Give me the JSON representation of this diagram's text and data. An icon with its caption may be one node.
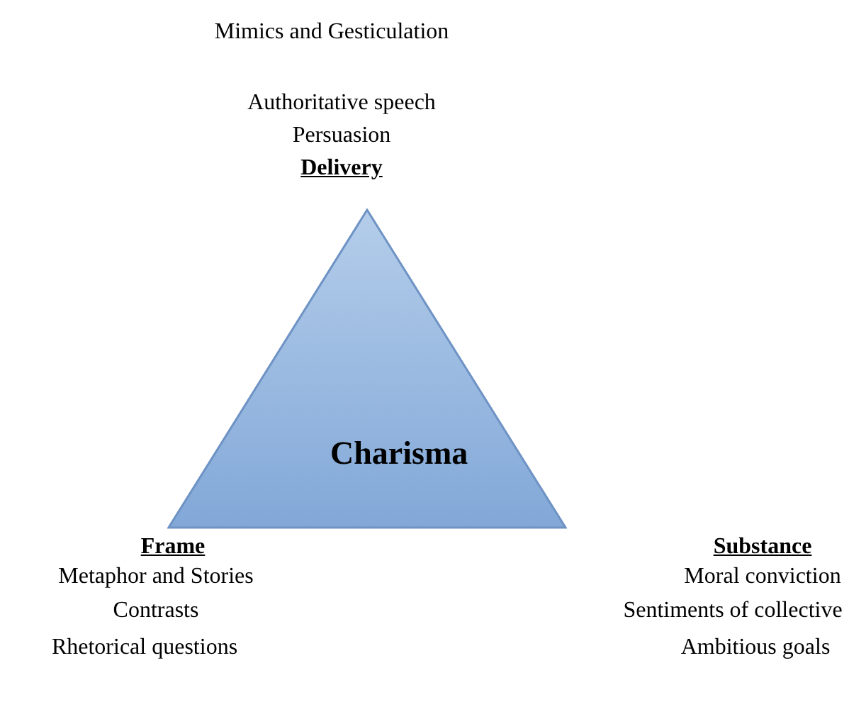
{
  "diagram": {
    "nodes": [
      {
        "text": [
          "Charisma"
        ]
      }
    ],
    "labels": [
      "Mimics and Gesticulation",
      "Authoritative speech",
      "Persuasion",
      "Delivery",
      "Frame",
      "Substance",
      "Metaphor and Stories",
      "Moral conviction",
      "Contrasts",
      "Sentiments of collective",
      "Rhetorical questions",
      "Ambitious goals"
    ]
  }
}
